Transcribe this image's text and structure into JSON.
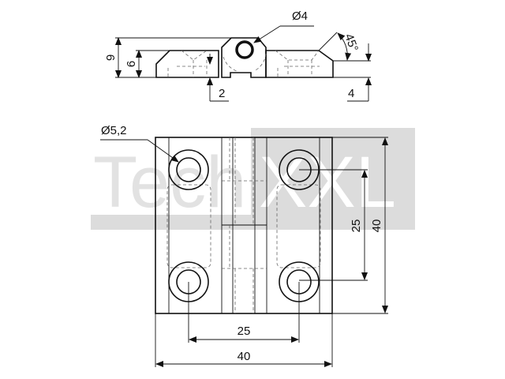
{
  "watermark": {
    "part1": "Tech",
    "part2": "XXL",
    "color": "#dcdcdc"
  },
  "side_view": {
    "pin_diameter": "Ø4",
    "total_height": "9",
    "leaf_height": "6",
    "relief": "2",
    "thickness": "4",
    "chamfer_angle": "45°"
  },
  "top_view": {
    "hole_diameter": "Ø5,2",
    "hole_spacing_x": "25",
    "hole_spacing_y": "25",
    "width": "40",
    "height": "40"
  }
}
